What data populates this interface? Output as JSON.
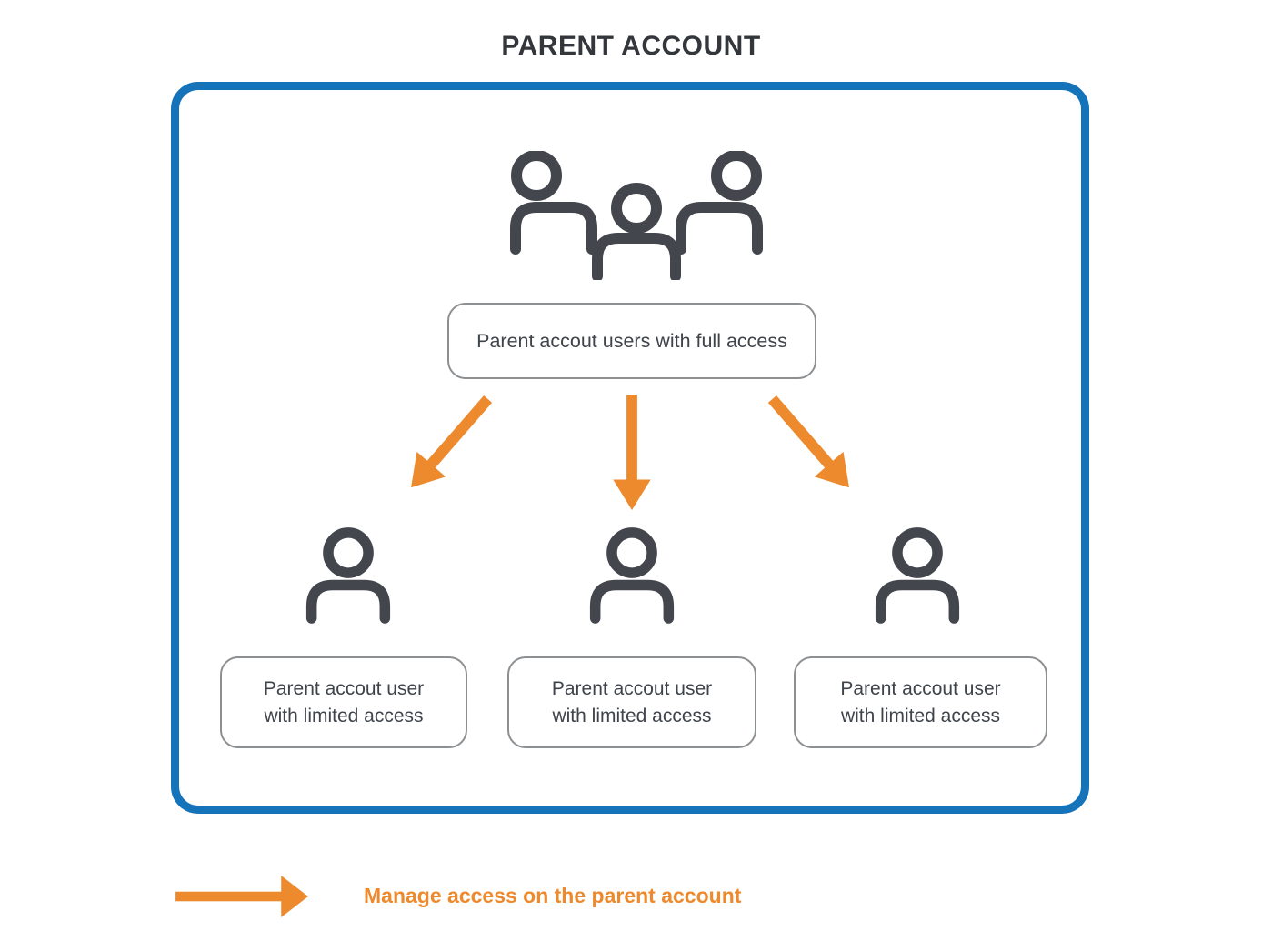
{
  "title": "PARENT ACCOUNT",
  "top_group": {
    "label": "Parent accout users with full access"
  },
  "limited_users": [
    {
      "line1": "Parent accout user",
      "line2": "with limited access"
    },
    {
      "line1": "Parent accout user",
      "line2": "with limited access"
    },
    {
      "line1": "Parent accout user",
      "line2": "with limited access"
    }
  ],
  "legend": {
    "label": "Manage access on the parent account"
  },
  "icons": {
    "group": "user-group-icon",
    "person": "person-icon",
    "down_arrow": "arrow-down-icon",
    "legend_arrow": "arrow-right-icon"
  },
  "colors": {
    "accent_orange": "#ee8a2e",
    "border_blue": "#1573b9",
    "icon_dark": "#43464d",
    "text_dark": "#3f444b",
    "box_border_gray": "#8d9093",
    "title_dark": "#33373c"
  }
}
